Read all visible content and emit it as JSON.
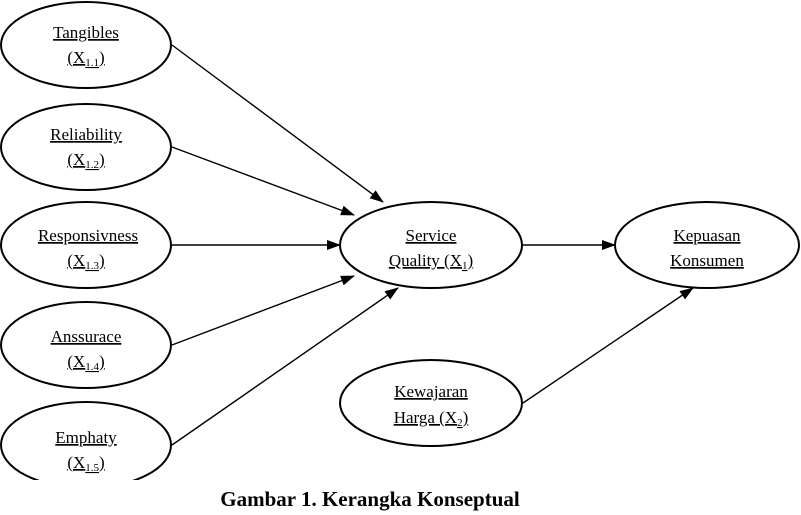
{
  "diagram": {
    "nodes": {
      "tangibles": {
        "line1": "Tangibles",
        "line2_base": "(X",
        "line2_sub": "1.1",
        "line2_end": ")"
      },
      "reliability": {
        "line1": "Reliability",
        "line2_base": "(X",
        "line2_sub": "1.2",
        "line2_end": ")"
      },
      "responsivness": {
        "line1": "Responsivness",
        "line2_base": "(X",
        "line2_sub": "1.3",
        "line2_end": ")"
      },
      "anssurace": {
        "line1": "Anssurace",
        "line2_base": "(X",
        "line2_sub": "1.4",
        "line2_end": ")"
      },
      "emphaty": {
        "line1": "Emphaty",
        "line2_base": "(X",
        "line2_sub": "1.5",
        "line2_end": ")"
      },
      "service_quality": {
        "line1": "Service",
        "line2_base": "Quality (X",
        "line2_sub": "1",
        "line2_end": ")"
      },
      "kepuasan": {
        "line1": "Kepuasan",
        "line2_base": "Konsumen",
        "line2_sub": "",
        "line2_end": ""
      },
      "kewajaran": {
        "line1": "Kewajaran",
        "line2_base": "Harga (X",
        "line2_sub": "2",
        "line2_end": ")"
      }
    },
    "edges": [
      {
        "from": "tangibles",
        "to": "service_quality"
      },
      {
        "from": "reliability",
        "to": "service_quality"
      },
      {
        "from": "responsivness",
        "to": "service_quality"
      },
      {
        "from": "anssurace",
        "to": "service_quality"
      },
      {
        "from": "emphaty",
        "to": "service_quality"
      },
      {
        "from": "service_quality",
        "to": "kepuasan"
      },
      {
        "from": "kewajaran",
        "to": "kepuasan"
      }
    ],
    "caption": "Gambar 1. Kerangka Konseptual"
  }
}
